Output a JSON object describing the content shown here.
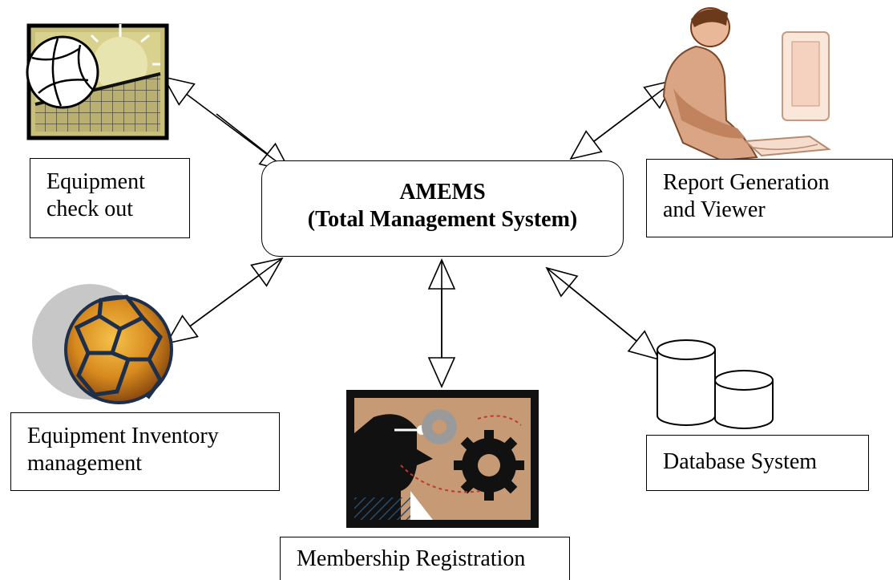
{
  "center": {
    "title": "AMEMS",
    "subtitle": "(Total Management System)"
  },
  "nodes": {
    "equipment_checkout": {
      "line1": "Equipment",
      "line2": "check out",
      "icon": "volleyball-icon"
    },
    "report": {
      "line1": "Report Generation",
      "line2": "and Viewer",
      "icon": "businessman-computer-icon"
    },
    "inventory": {
      "line1": "Equipment Inventory",
      "line2": "management",
      "icon": "soccer-ball-icon"
    },
    "membership": {
      "line1": "Membership Registration",
      "icon": "gears-head-icon"
    },
    "database": {
      "line1": "Database System",
      "icon": "database-cylinders-icon"
    }
  }
}
